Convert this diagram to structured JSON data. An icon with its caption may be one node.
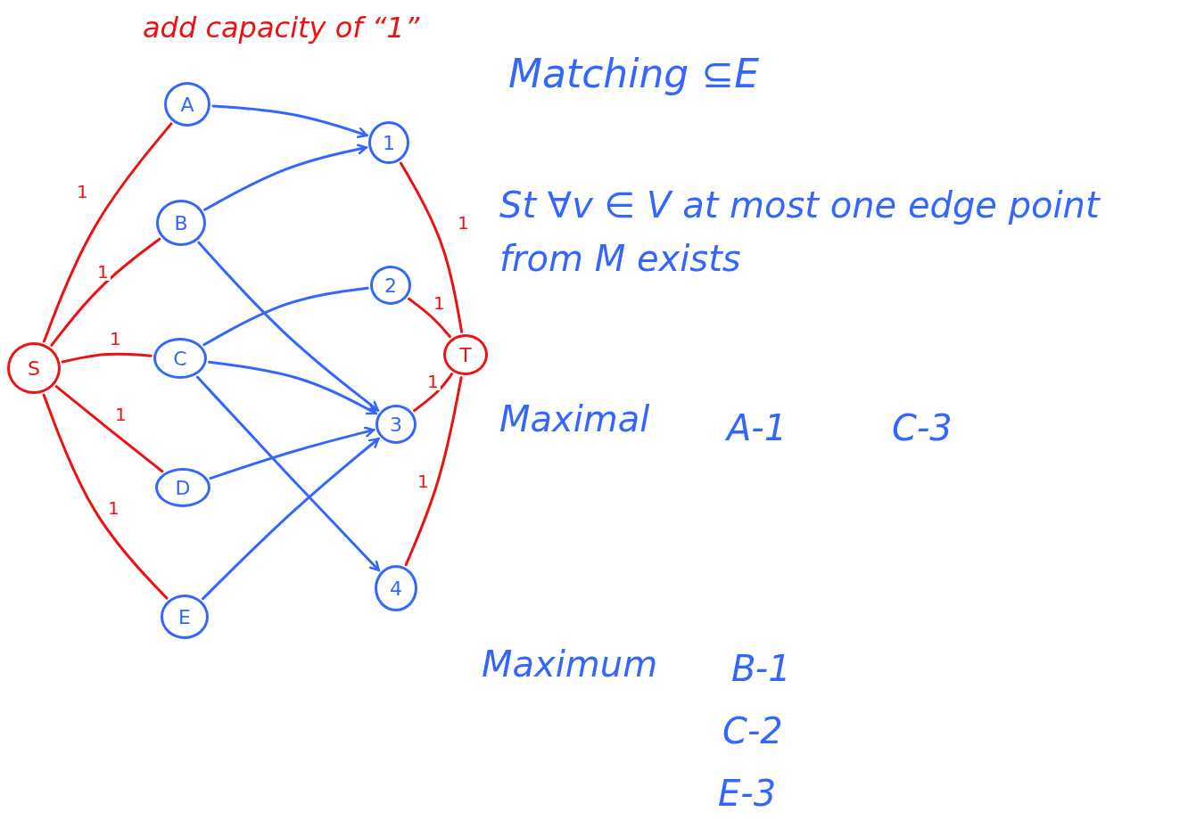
{
  "diagram": {
    "title": "add capacity of “1”",
    "nodes": [
      {
        "text": [
          "S"
        ]
      },
      {
        "text": [
          "A"
        ]
      },
      {
        "text": [
          "B"
        ]
      },
      {
        "text": [
          "C"
        ]
      },
      {
        "text": [
          "D"
        ]
      },
      {
        "text": [
          "E"
        ]
      },
      {
        "text": [
          "1"
        ]
      },
      {
        "text": [
          "2"
        ]
      },
      {
        "text": [
          "3"
        ]
      },
      {
        "text": [
          "4"
        ]
      },
      {
        "text": [
          "T"
        ]
      }
    ],
    "edges": [
      {
        "from": 0,
        "to": 1,
        "arrow": "none",
        "label": "1"
      },
      {
        "from": 0,
        "to": 2,
        "arrow": "none",
        "label": "1"
      },
      {
        "from": 0,
        "to": 3,
        "arrow": "none",
        "label": "1"
      },
      {
        "from": 0,
        "to": 4,
        "arrow": "none",
        "label": "1"
      },
      {
        "from": 0,
        "to": 5,
        "arrow": "none",
        "label": "1"
      },
      {
        "from": 1,
        "to": 6,
        "arrow": "to",
        "color": "#3366ff"
      },
      {
        "from": 2,
        "to": 6,
        "arrow": "to",
        "color": "#3366ff"
      },
      {
        "from": 2,
        "to": 8,
        "arrow": "to",
        "color": "#3366ff"
      },
      {
        "from": 3,
        "to": 7,
        "arrow": "none",
        "color": "#3366ff"
      },
      {
        "from": 3,
        "to": 8,
        "arrow": "to",
        "color": "#3366ff"
      },
      {
        "from": 3,
        "to": 9,
        "arrow": "to",
        "color": "#3366ff"
      },
      {
        "from": 4,
        "to": 8,
        "arrow": "to",
        "color": "#3366ff"
      },
      {
        "from": 5,
        "to": 8,
        "arrow": "to",
        "color": "#3366ff"
      },
      {
        "from": 6,
        "to": 10,
        "arrow": "none",
        "label": "1"
      },
      {
        "from": 7,
        "to": 10,
        "arrow": "none",
        "label": "1"
      },
      {
        "from": 8,
        "to": 10,
        "arrow": "none",
        "label": "1"
      },
      {
        "from": 9,
        "to": 10,
        "arrow": "none",
        "label": "1"
      }
    ],
    "labels": [
      "Matching ⊆E",
      "St ∀v ∈ V at most one edge point from M exists",
      "Maximal",
      "A-1",
      "C-3",
      "Maximum",
      "B-1",
      "C-2",
      "E-3"
    ]
  }
}
